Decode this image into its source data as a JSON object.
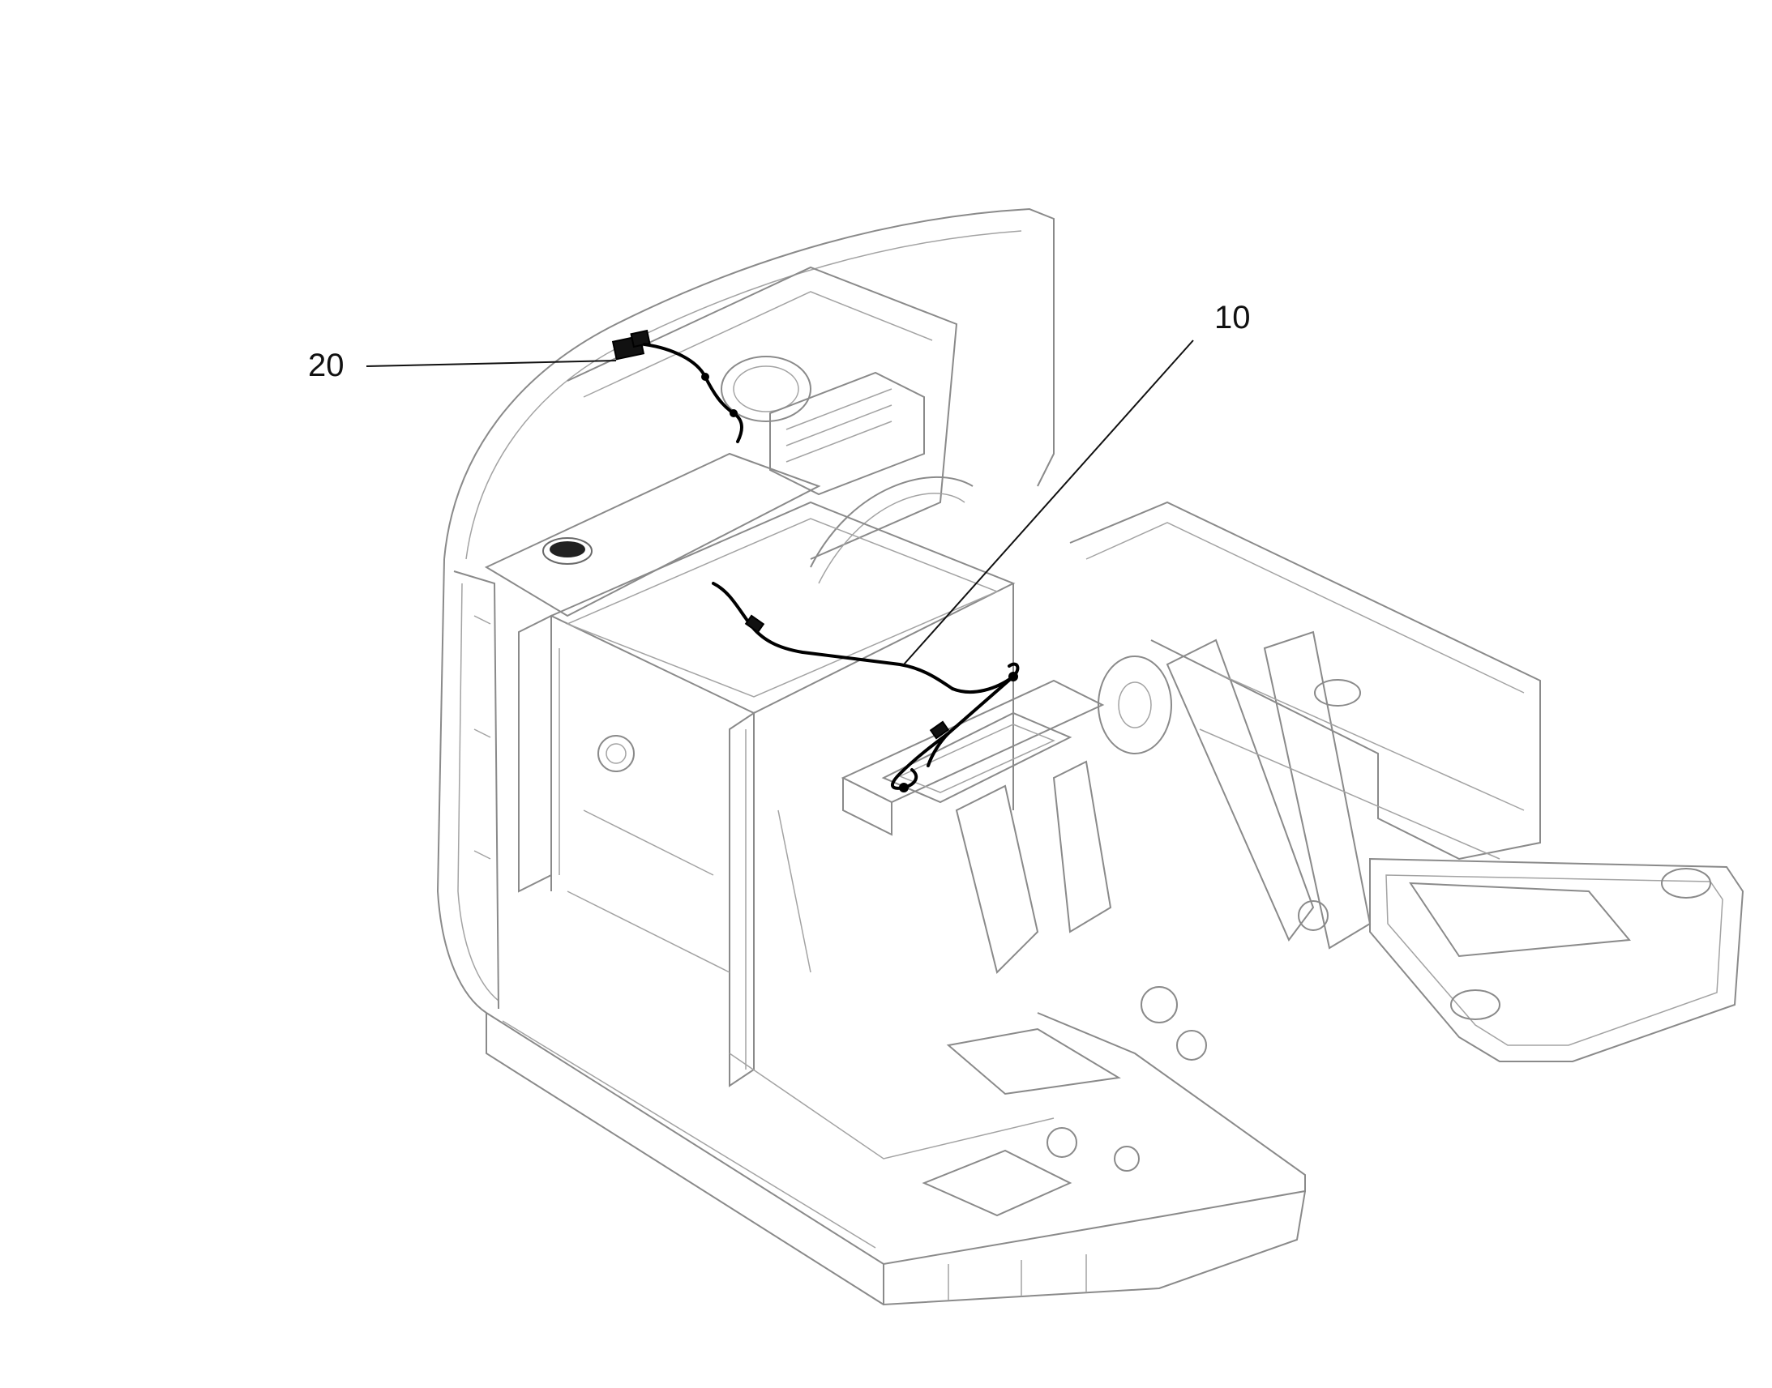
{
  "figure": {
    "callouts": [
      {
        "id": "callout-10",
        "label": "10",
        "target": "wire-harness-frame"
      },
      {
        "id": "callout-20",
        "label": "20",
        "target": "wire-harness-cab-connector"
      }
    ]
  },
  "colors": {
    "background": "#ffffff",
    "line_art": "#8a8a8a",
    "harness": "#000000",
    "label_text": "#111111"
  }
}
